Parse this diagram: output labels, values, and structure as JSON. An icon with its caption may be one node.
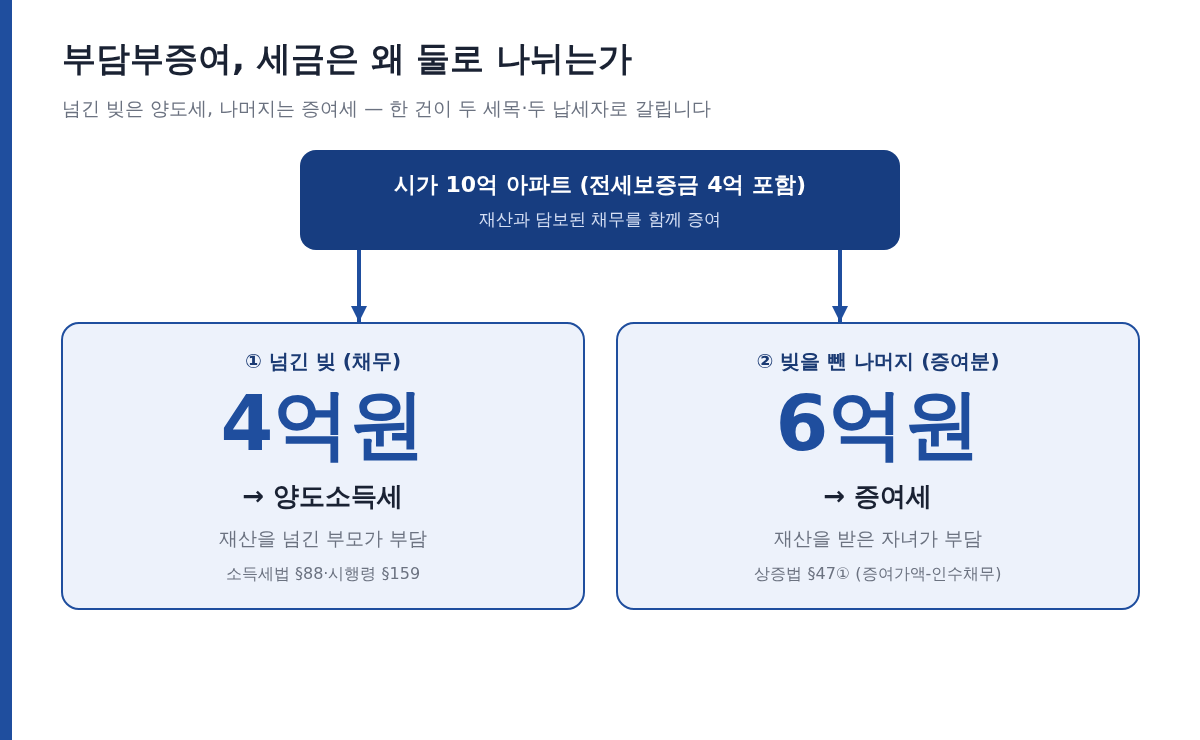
{
  "diagram": {
    "title": "부담부증여, 세금은 왜 둘로 나뉘는가",
    "caption": "넘긴 빚은 양도세, 나머지는 증여세 — 한 건이 두 세목·두 납세자로 갈립니다",
    "nodes": [
      {
        "text": [
          "시가 10억 아파트 (전세보증금 4억 포함)",
          "재산과 담보된 채무를 함께 증여"
        ]
      },
      {
        "text": [
          "① 넘긴 빚 (채무)",
          "4억원",
          "→ 양도소득세",
          "재산을 넘긴 부모가 부담",
          "소득세법 §88·시행령 §159"
        ]
      },
      {
        "text": [
          "② 빚을 뺀 나머지 (증여분)",
          "6억원",
          "→ 증여세",
          "재산을 받은 자녀가 부담",
          "상증법 §47① (증여가액-인수채무)"
        ]
      }
    ],
    "edges": [
      {
        "from": 0,
        "to": 1,
        "arrow": "to"
      },
      {
        "from": 0,
        "to": 2,
        "arrow": "to"
      }
    ]
  }
}
